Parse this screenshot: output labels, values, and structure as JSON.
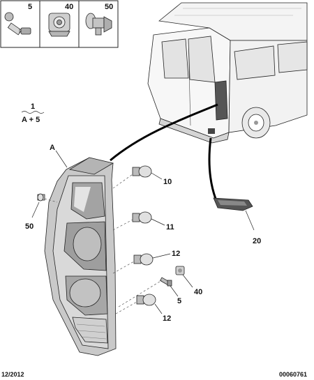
{
  "legend_box": [
    {
      "ref": "5"
    },
    {
      "ref": "40"
    },
    {
      "ref": "50"
    }
  ],
  "assembly": {
    "ref": "1",
    "composition": "A + 5"
  },
  "lamp_label": "A",
  "callouts": {
    "bulb_top": "10",
    "bulb_mid": "11",
    "bulb_lower": "12",
    "screw": "5",
    "clip": "40",
    "bulb_bottom": "12",
    "stud_left": "50",
    "side_lamp": "20"
  },
  "footer": {
    "date": "12/2012",
    "code": "00060761"
  },
  "colors": {
    "line": "#222222",
    "body": "#c8c8c8",
    "dark": "#9a9a9a",
    "light": "#e6e6e6"
  }
}
